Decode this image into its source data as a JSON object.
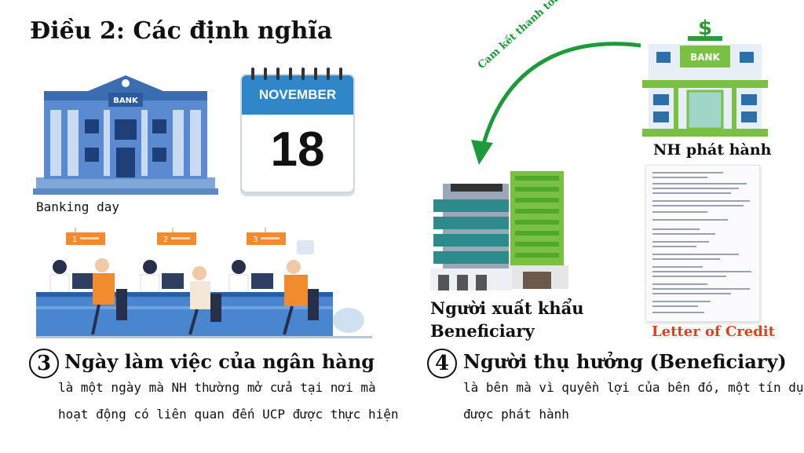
{
  "title": "Điều 2: Các định nghĩa",
  "icons": {
    "bank_left_sign": "BANK",
    "bank_right_sign": "BANK",
    "dollar_sign": "$",
    "desk_numbers": [
      "1",
      "2",
      "3"
    ]
  },
  "calendar": {
    "month": "NOVEMBER",
    "day": "18"
  },
  "banking_day_label": "Banking day",
  "arrow_label": "Cam kết thanh toán",
  "issuing_bank_label": "NH phát hành",
  "exporter_label": {
    "line1": "Người xuất khẩu",
    "line2": "Beneficiary"
  },
  "letter_of_credit_label": "Letter of Credit",
  "sections": {
    "s3": {
      "number": "3",
      "heading": "Ngày làm việc của ngân hàng",
      "line1": "là một ngày mà NH thường mở cửa tại nơi mà",
      "line2": "hoạt động có liên quan đến UCP được thực hiện"
    },
    "s4": {
      "number": "4",
      "heading": "Người thụ hưởng (Beneficiary)",
      "line1": "là bên mà vì quyền lợi của bên đó, một tín dụng",
      "line2": "được phát hành"
    }
  },
  "colors": {
    "arrow_green": "#1e9a3a",
    "lc_red": "#e2401c",
    "bank_blue": "#3d6fb5",
    "calendar_blue": "#2f86c8",
    "bank_green": "#7ac143"
  }
}
